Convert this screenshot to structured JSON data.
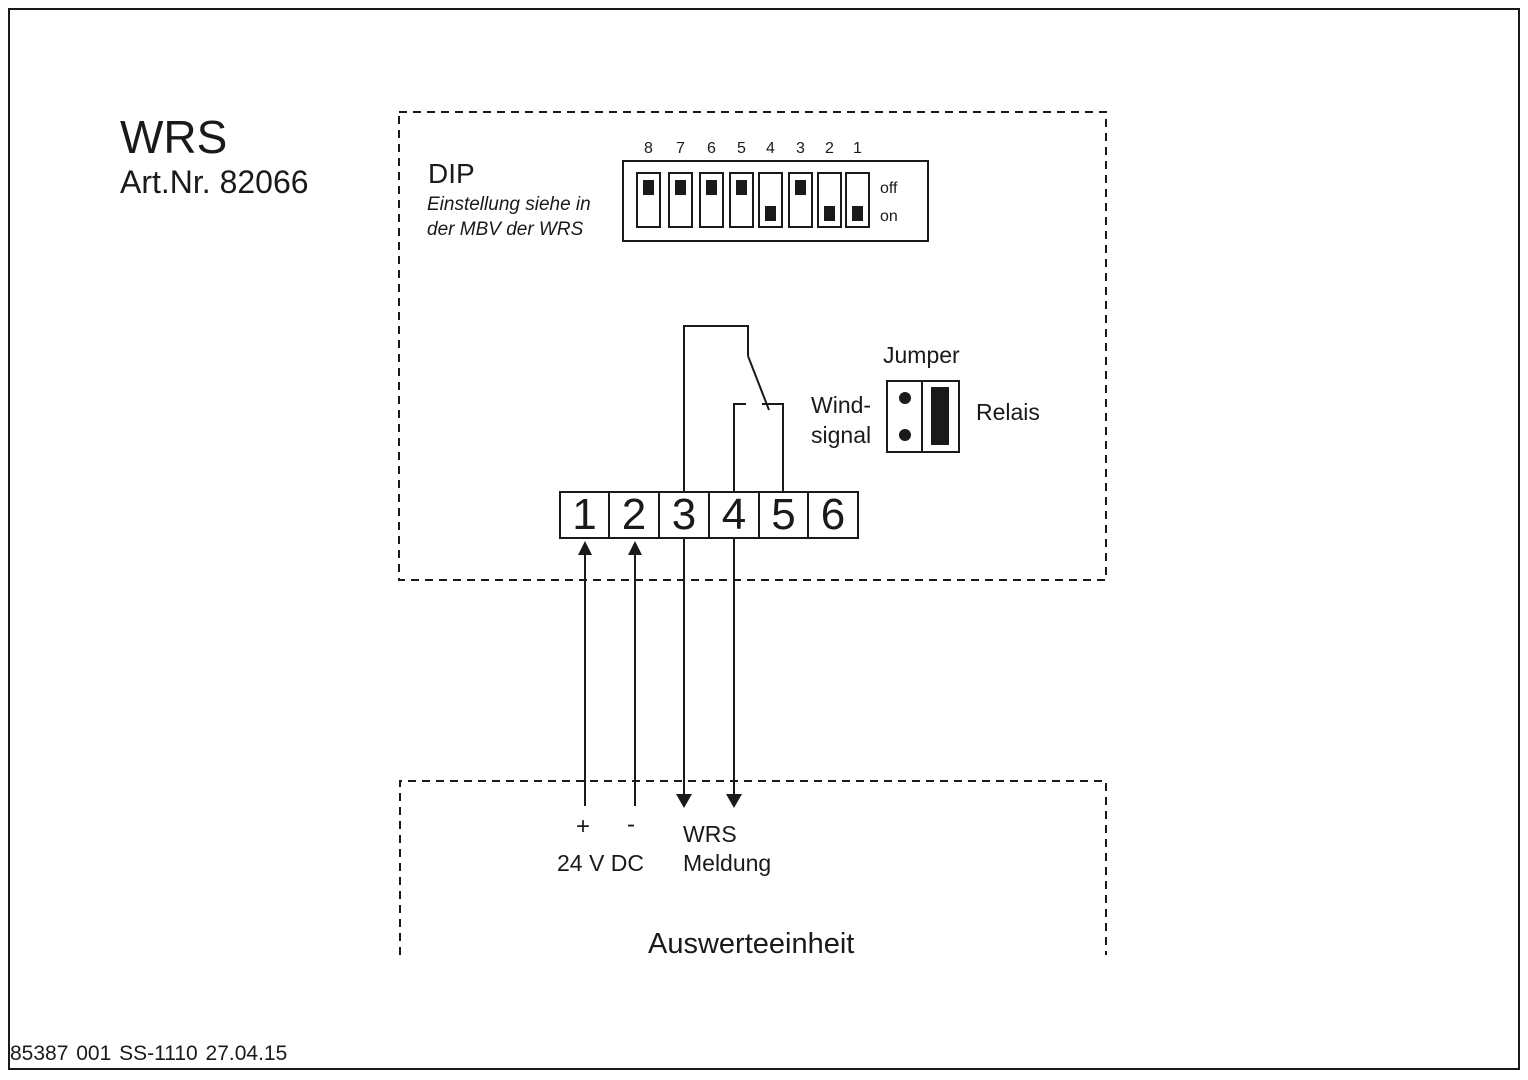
{
  "title": "WRS",
  "article_number": "Art.Nr. 82066",
  "dip": {
    "label": "DIP",
    "note_line1": "Einstellung siehe in",
    "note_line2": "der MBV der WRS",
    "state_off": "off",
    "state_on": "on",
    "switches": [
      {
        "number": "8",
        "position": "off"
      },
      {
        "number": "7",
        "position": "off"
      },
      {
        "number": "6",
        "position": "off"
      },
      {
        "number": "5",
        "position": "off"
      },
      {
        "number": "4",
        "position": "on"
      },
      {
        "number": "3",
        "position": "off"
      },
      {
        "number": "2",
        "position": "on"
      },
      {
        "number": "1",
        "position": "on"
      }
    ]
  },
  "jumper": {
    "label": "Jumper",
    "left_option_line1": "Wind-",
    "left_option_line2": "signal",
    "right_option": "Relais",
    "selected": "Relais"
  },
  "terminals": [
    "1",
    "2",
    "3",
    "4",
    "5",
    "6"
  ],
  "connections": {
    "plus_sign": "+",
    "minus_sign": "-",
    "supply_label": "24 V DC",
    "signal_line1": "WRS",
    "signal_line2": "Meldung"
  },
  "evaluation_unit": "Auswerteeinheit",
  "footer": "85387 001   SS-1110   27.04.15",
  "colors": {
    "line": "#1a1a1a",
    "background": "#ffffff"
  }
}
